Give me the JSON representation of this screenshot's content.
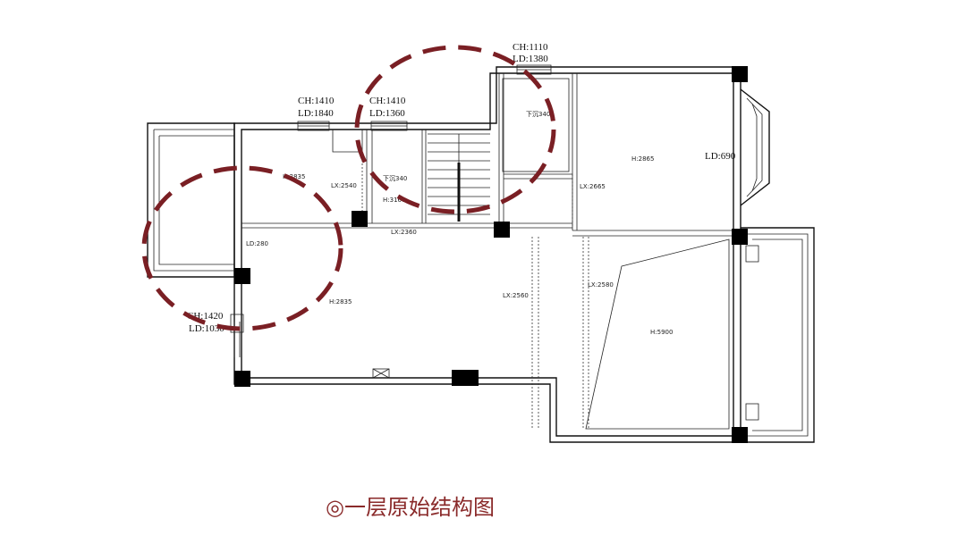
{
  "labels": {
    "ch_1110": "CH:1110",
    "ld_1380": "LD:1380",
    "ch_1410_a": "CH:1410",
    "ld_1840": "LD:1840",
    "ch_1410_b": "CH:1410",
    "ld_1360": "LD:1360",
    "ld_690": "LD:690",
    "ch_1420": "CH:1420",
    "ld_1030": "LD:1030",
    "h_2835_a": "H:2835",
    "lx_2540": "LX:2540",
    "xd_340_a": "下沉340",
    "h_3160": "H:3160",
    "xd_340_b": "下沉340",
    "h_2865": "H:2865",
    "lx_2665": "LX:2665",
    "lx_2360": "LX:2360",
    "ld_280": "LD:280",
    "h_2835_b": "H:2835",
    "lx_2560": "LX:2560",
    "lx_2580": "LX:2580",
    "h_5900": "H:5900"
  },
  "caption": "◎一层原始结构图",
  "colors": {
    "highlight_circle": "#7a1f24",
    "caption": "#8a2a2a",
    "walls": "#111111"
  }
}
